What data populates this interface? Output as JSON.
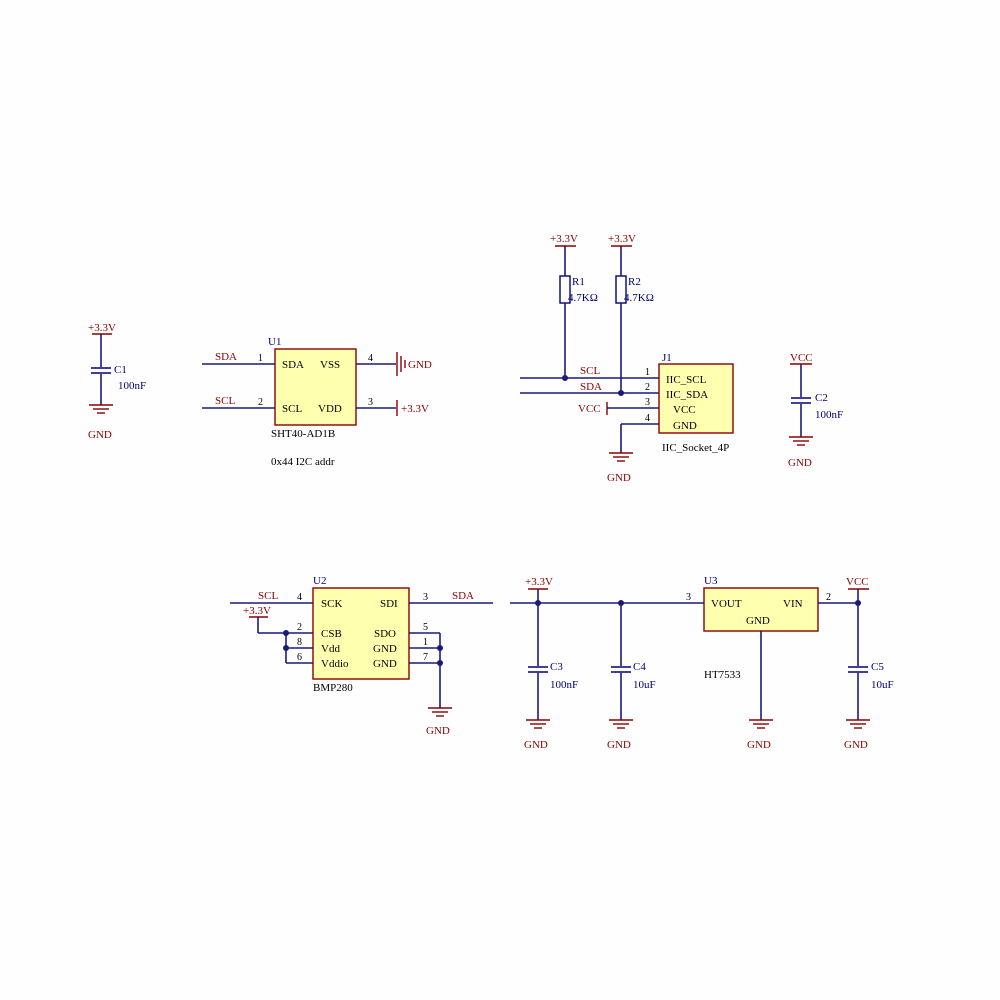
{
  "power": {
    "v33": "+3.3V",
    "vcc": "VCC",
    "gnd": "GND"
  },
  "nets": {
    "sda": "SDA",
    "scl": "SCL",
    "vcc": "VCC"
  },
  "c1": {
    "ref": "C1",
    "value": "100nF"
  },
  "c2": {
    "ref": "C2",
    "value": "100nF"
  },
  "c3": {
    "ref": "C3",
    "value": "100nF"
  },
  "c4": {
    "ref": "C4",
    "value": "10uF"
  },
  "c5": {
    "ref": "C5",
    "value": "10uF"
  },
  "r1": {
    "ref": "R1",
    "value": "4.7KΩ"
  },
  "r2": {
    "ref": "R2",
    "value": "4.7KΩ"
  },
  "u1": {
    "ref": "U1",
    "part": "SHT40-AD1B",
    "note": "0x44 I2C addr",
    "pins": [
      {
        "num": "1",
        "name": "SDA"
      },
      {
        "num": "2",
        "name": "SCL"
      },
      {
        "num": "4",
        "name": "VSS"
      },
      {
        "num": "3",
        "name": "VDD"
      }
    ],
    "gnd_label": "GND",
    "vdd_label": "+3.3V"
  },
  "j1": {
    "ref": "J1",
    "part": "IIC_Socket_4P",
    "pins": [
      {
        "num": "1",
        "name": "IIC_SCL"
      },
      {
        "num": "2",
        "name": "IIC_SDA"
      },
      {
        "num": "3",
        "name": "VCC"
      },
      {
        "num": "4",
        "name": "GND"
      }
    ]
  },
  "u2": {
    "ref": "U2",
    "part": "BMP280",
    "pins": [
      {
        "num": "4",
        "name": "SCK"
      },
      {
        "num": "3",
        "name": "SDI"
      },
      {
        "num": "2",
        "name": "CSB"
      },
      {
        "num": "8",
        "name": "Vdd"
      },
      {
        "num": "6",
        "name": "Vddio"
      },
      {
        "num": "5",
        "name": "SDO"
      },
      {
        "num": "1",
        "name": "GND"
      },
      {
        "num": "7",
        "name": "GND"
      }
    ]
  },
  "u3": {
    "ref": "U3",
    "part": "HT7533",
    "pins": [
      {
        "num": "3",
        "name": "VOUT"
      },
      {
        "num": "2",
        "name": "VIN"
      },
      {
        "name": "GND"
      }
    ]
  }
}
